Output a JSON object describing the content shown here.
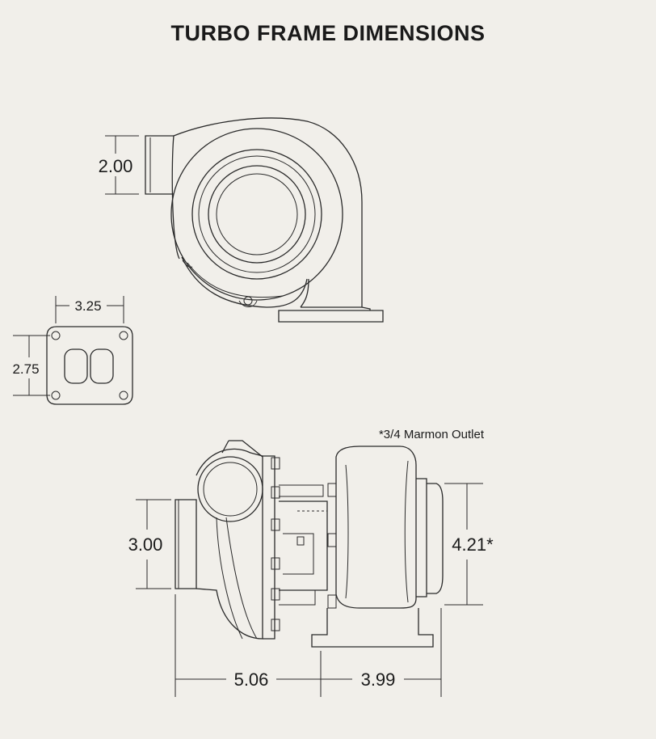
{
  "title": "TURBO FRAME DIMENSIONS",
  "dimensions": {
    "inlet_height": "2.00",
    "flange_width": "3.25",
    "flange_height": "2.75",
    "compressor_inlet": "3.00",
    "turbine_outlet": "4.21*",
    "length_compressor": "5.06",
    "length_turbine": "3.99"
  },
  "note": "*3/4 Marmon Outlet",
  "colors": {
    "background": "#f1efea",
    "line": "#2a2a2a",
    "text": "#1a1a1a"
  }
}
